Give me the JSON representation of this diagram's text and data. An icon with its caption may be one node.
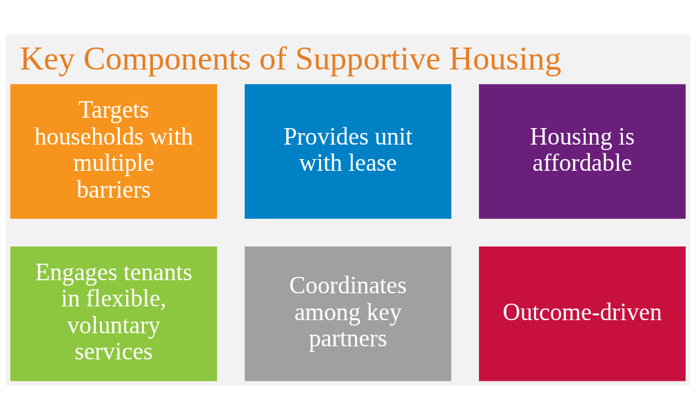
{
  "diagram": {
    "title": "Key Components of Supportive Housing",
    "nodes": [
      {
        "text": [
          "Targets households with multiple barriers"
        ]
      },
      {
        "text": [
          "Provides unit with lease"
        ]
      },
      {
        "text": [
          "Housing is affordable"
        ]
      },
      {
        "text": [
          "Engages tenants in flexible, voluntary services"
        ]
      },
      {
        "text": [
          "Coordinates among key partners"
        ]
      },
      {
        "text": [
          "Outcome-driven"
        ]
      }
    ]
  }
}
